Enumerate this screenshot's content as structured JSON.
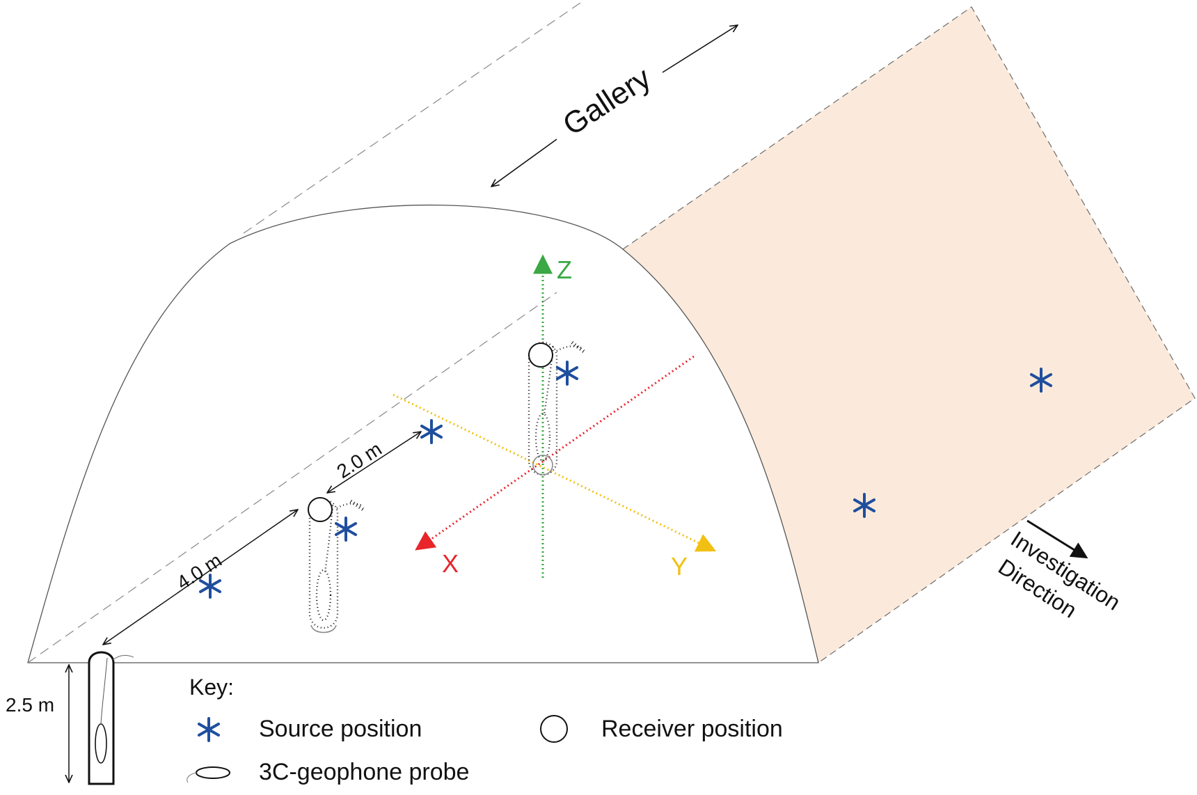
{
  "labels": {
    "gallery": "Gallery",
    "investigation_line1": "Investigation",
    "investigation_line2": "Direction",
    "axis_z": "Z",
    "axis_x": "X",
    "axis_y": "Y",
    "dim_2_0": "2.0 m",
    "dim_4_0": "4.0 m",
    "dim_2_5": "2.5 m"
  },
  "key": {
    "title": "Key:",
    "source": "Source position",
    "receiver": "Receiver position",
    "probe": "3C-geophone probe"
  },
  "colors": {
    "source_star": "#1f4e9e",
    "axis_x": "#e8262a",
    "axis_y": "#f2c014",
    "axis_z": "#3aa844",
    "face_fill": "#fbeadb",
    "outline": "#555555",
    "ink": "#111111"
  }
}
